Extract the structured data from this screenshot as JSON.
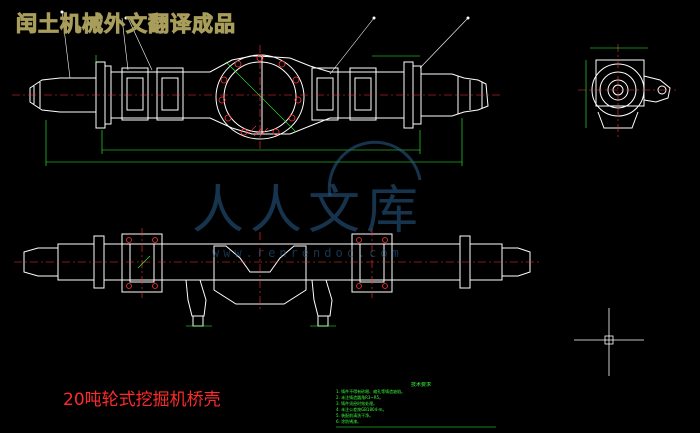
{
  "watermark_text": "闰土机械外文翻译成品",
  "brand_watermark": "人人文库",
  "url_watermark": "www.renrendoc.com",
  "caption": "20吨轮式挖掘机桥壳",
  "technical_notes": {
    "title": "技术要求",
    "lines": [
      "1. 铸件不得有砂眼、缩孔等铸造缺陷。",
      "2. 未注铸造圆角R3~R5。",
      "3. 铸件须经时效处理。",
      "4. 未注公差按GB1804-m。",
      "5. 装配前清洗干净。",
      "6. 涂防锈漆。"
    ]
  },
  "colors": {
    "background": "#000000",
    "outline": "#ffffff",
    "centerline": "#ff3333",
    "dimension": "#33ff33",
    "leader": "#ffffff",
    "hatch": "#ff4444"
  }
}
